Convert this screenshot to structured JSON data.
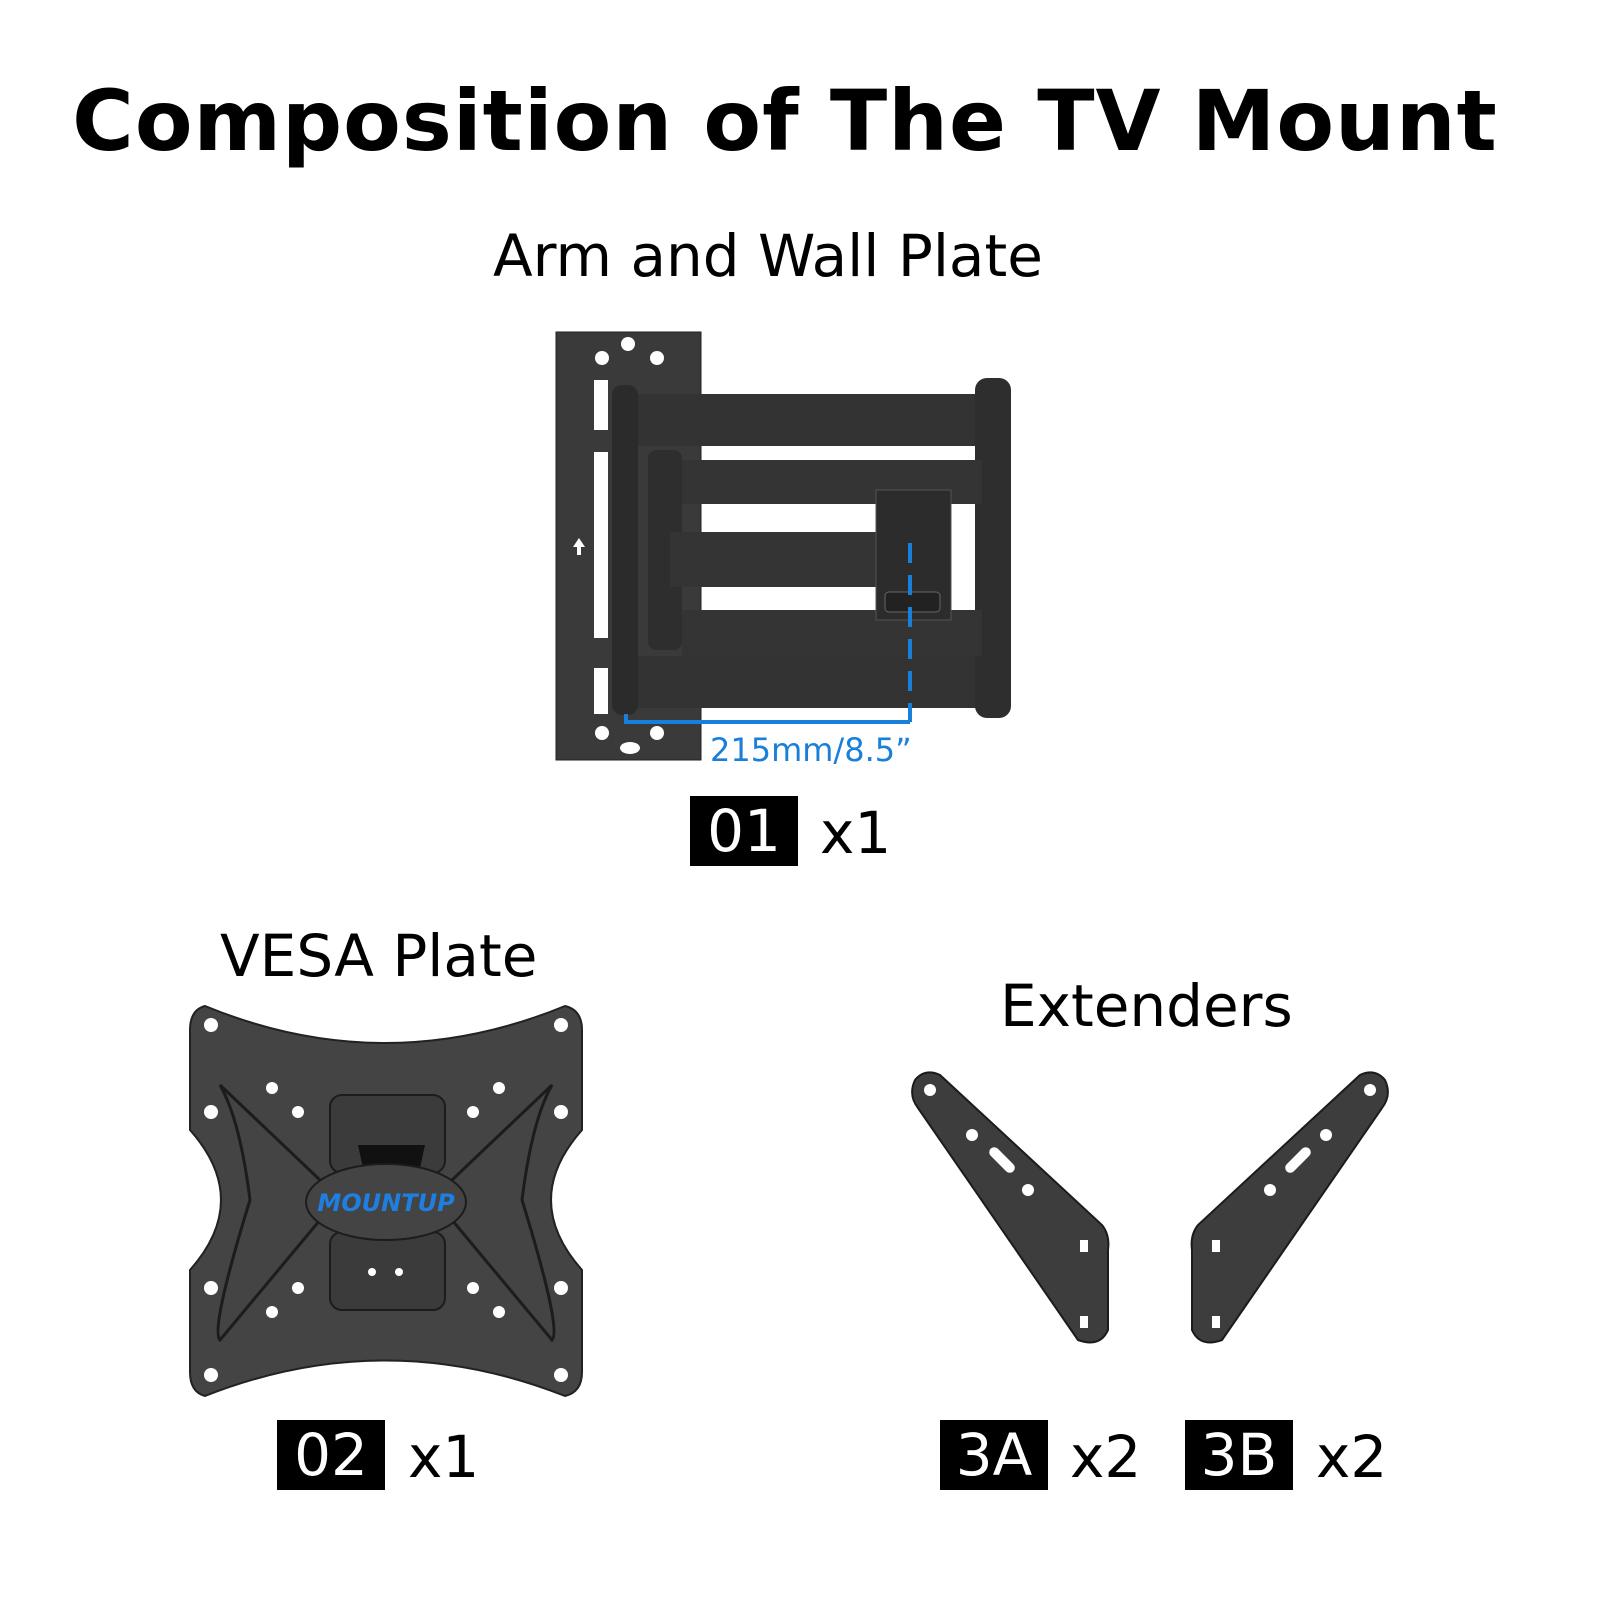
{
  "title": "Composition of The TV Mount",
  "sections": {
    "arm": {
      "heading": "Arm and Wall Plate",
      "dimension": "215mm/8.5”",
      "code": "01",
      "qty": "x1"
    },
    "vesa": {
      "heading": "VESA Plate",
      "logo": "MOUNTUP",
      "code": "02",
      "qty": "x1"
    },
    "extenders": {
      "heading": "Extenders",
      "parts": [
        {
          "code": "3A",
          "qty": "x2"
        },
        {
          "code": "3B",
          "qty": "x2"
        }
      ]
    }
  },
  "colors": {
    "metal": "#3d3d3d",
    "dimension": "#1a7fd8",
    "badge": "#000000"
  }
}
